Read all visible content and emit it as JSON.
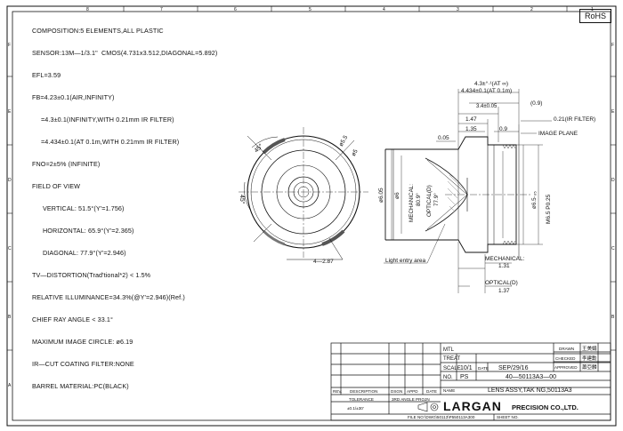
{
  "spec": {
    "lines": [
      "COMPOSITION:5 ELEMENTS,ALL PLASTIC",
      "SENSOR:13M—1/3.1\"  CMOS(4.731x3.512,DIAGONAL=5.892)",
      "EFL=3.59",
      "FB=4.23±0.1(AIR,INFINITY)",
      "=4.3±0.1(INFINITY,WITH 0.21mm IR FILTER)",
      "=4.434±0.1(AT 0.1m,WITH 0.21mm IR FILTER)",
      "FNO=2±5% (INFINITE)",
      "FIELD OF VIEW",
      "VERTICAL: 51.5°(Y'=1.756)",
      "HORIZONTAL: 65.9°(Y'=2.365)",
      "DIAGONAL: 77.9°(Y'=2.946)",
      "TV—DISTORTION(Trad'tional*2) < 1.5%",
      "RELATIVE ILLUMINANCE=34.3%(@Y'=2.946)(Ref.)",
      "CHIEF RAY ANGLE < 33.1°",
      "MAXIMUM IMAGE CIRCLE: ø6.19",
      "IR—CUT COATING FILTER:NONE",
      "BARREL MATERIAL:PC(BLACK)"
    ]
  },
  "rohs_label": "RoHS",
  "border": {
    "columns": [
      "8",
      "7",
      "6",
      "5",
      "4",
      "3",
      "2",
      "1"
    ],
    "rows": [
      "F",
      "E",
      "D",
      "C",
      "B",
      "A"
    ]
  },
  "front_view": {
    "angle_top": "45°",
    "angle_left": "45°",
    "dia_inner": "ø5.5",
    "dia_outer": "ø5",
    "thread_callout": "4—2.87"
  },
  "side_view": {
    "fb_infinity": "4.3±°·¹(AT ∞)",
    "fb_near": "4.434±0.1(AT 0.1m)",
    "len_09_paren": "(0.9)",
    "len_34": "3.4±0.05",
    "len_147": "1.47",
    "len_135": "1.35",
    "len_09": "0.9",
    "ir_filter": "0.21(IR FILTER)",
    "image_plane": "IMAGE PLANE",
    "len_005": "0.05",
    "dia_605": "ø6.05",
    "dia_6": "ø6",
    "mech_fov_label": "MECHANICAL:",
    "mech_fov_value": "80.9°",
    "opt_fov_label": "OPTICAL(D)",
    "opt_fov_value": "77.9°",
    "dia_65": "ø6.5·₀₅",
    "thread": "M6.5  P0.25",
    "light_entry": "Light entry area",
    "mech_len_label": "MECHANICAL:",
    "mech_len_value": "1.31",
    "opt_len_label": "OPTICAL(D)",
    "opt_len_value": "1.37"
  },
  "title_block": {
    "mtl_label": "MTL",
    "treat_label": "TREAT",
    "scale_label": "SCALE",
    "scale_value": "10/1",
    "date_label": "DATE",
    "date_value": "SEP/29/16",
    "no_label": "NO.",
    "no_value": "PS",
    "part_no": "40—50113A3—00",
    "name_label": "NAME",
    "name_value": "LENS  ASSY,TAK NG,50113A3",
    "drawn_label": "DRAWN",
    "drawn_sig": "王美娟",
    "checked_label": "CHECKED",
    "checked_sig": "李建勳",
    "approved_label": "APPROVED",
    "approved_sig": "蕭亞麟",
    "rev_label": "REV.",
    "desc_label": "DESCRIPTION",
    "dsgn_label": "DSGN",
    "appd_label": "APPD",
    "rdate_label": "DATE",
    "tolerance_label": "TOLERANCE",
    "tolerance_value": "±0.1/±30'",
    "projection": "3RD ANGLE PROJN",
    "company_logo": "LARGAN",
    "company_name": "PRECISION CO.,LTD.",
    "file_path": "FILE NO:\\DWG\\50113\\P550113A300",
    "sheet_label": "SHEET NO."
  }
}
